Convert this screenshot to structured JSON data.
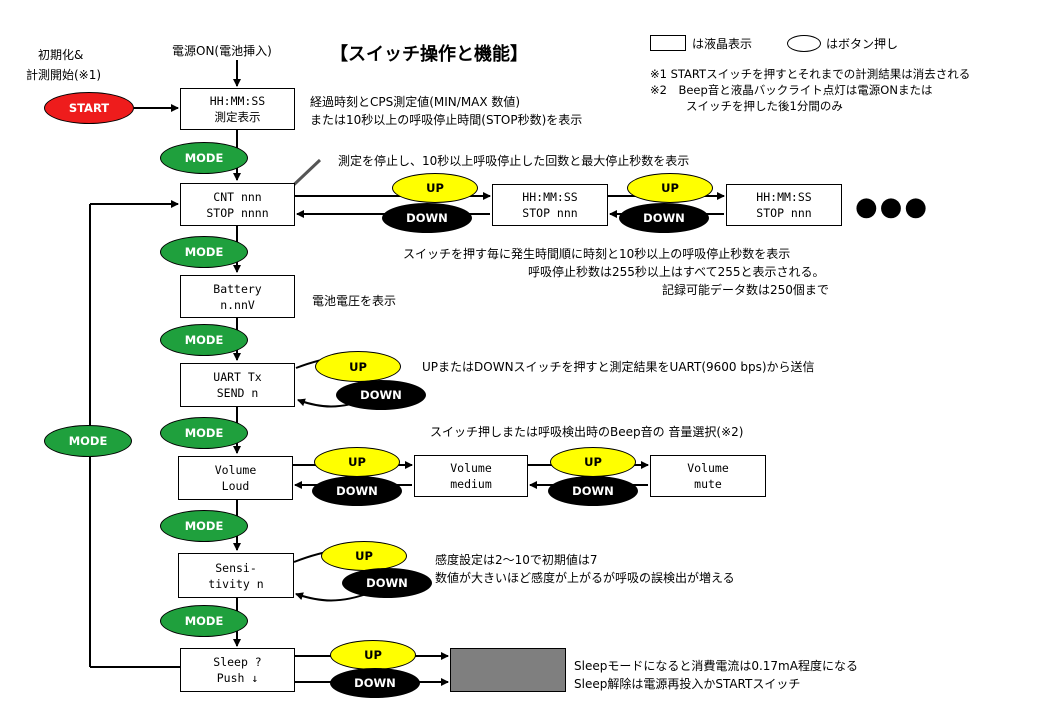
{
  "title": "【スイッチ操作と機能】",
  "legend": {
    "lcd_label": "は液晶表示",
    "button_label": "はボタン押し"
  },
  "notes": {
    "note1": "※1 STARTスイッチを押すとそれまでの計測結果は消去される",
    "note2_line1": "※2　Beep音と液晶バックライト点灯は電源ONまたは",
    "note2_line2": "スイッチを押した後1分間のみ"
  },
  "start": {
    "label_line1": "初期化&",
    "label_line2": "計測開始(※1)",
    "button": "START"
  },
  "power_on": "電源ON(電池挿入)",
  "mode_label": "MODE",
  "up_label": "UP",
  "down_label": "DOWN",
  "screens": {
    "measure": {
      "line1": "HH:MM:SS",
      "line2": "測定表示"
    },
    "cnt": {
      "line1": "CNT nnn",
      "line2": "STOP nnnn"
    },
    "stop1": {
      "line1": "HH:MM:SS",
      "line2": "STOP nnn"
    },
    "stop2": {
      "line1": "HH:MM:SS",
      "line2": "STOP nnn"
    },
    "battery": {
      "line1": "Battery",
      "line2": "n.nnV"
    },
    "uart": {
      "line1": "UART Tx",
      "line2": "SEND n"
    },
    "vol_loud": {
      "line1": "Volume",
      "line2": "Loud"
    },
    "vol_medium": {
      "line1": "Volume",
      "line2": "medium"
    },
    "vol_mute": {
      "line1": "Volume",
      "line2": "mute"
    },
    "sens": {
      "line1": "Sensi-",
      "line2": "tivity n"
    },
    "sleep": {
      "line1": "Sleep ?",
      "line2": "Push ↓"
    }
  },
  "ellipsis": "●●●",
  "descriptions": {
    "measure_1": "経過時刻とCPS測定値(MIN/MAX 数値)",
    "measure_2": "または10秒以上の呼吸停止時間(STOP秒数)を表示",
    "cnt": "測定を停止し、10秒以上呼吸停止した回数と最大停止秒数を表示",
    "stop_1": "スイッチを押す毎に発生時間順に時刻と10秒以上の呼吸停止秒数を表示",
    "stop_2": "呼吸停止秒数は255秒以上はすべて255と表示される。",
    "stop_3": "記録可能データ数は250個まで",
    "battery": "電池電圧を表示",
    "uart": "UPまたはDOWNスイッチを押すと測定結果をUART(9600 bps)から送信",
    "volume": "スイッチ押しまたは呼吸検出時のBeep音の 音量選択(※2)",
    "sens_1": "感度設定は2～10で初期値は7",
    "sens_2": "数値が大きいほど感度が上がるが呼吸の誤検出が増える",
    "sleep_1": "Sleepモードになると消費電流は0.17mA程度になる",
    "sleep_2": "Sleep解除は電源再投入かSTARTスイッチ"
  },
  "colors": {
    "mode_green": "#1fa03d",
    "up_yellow": "#ffff00",
    "down_black": "#000000",
    "start_red": "#ee1c1c",
    "sleep_gray": "#7f7f7f"
  }
}
